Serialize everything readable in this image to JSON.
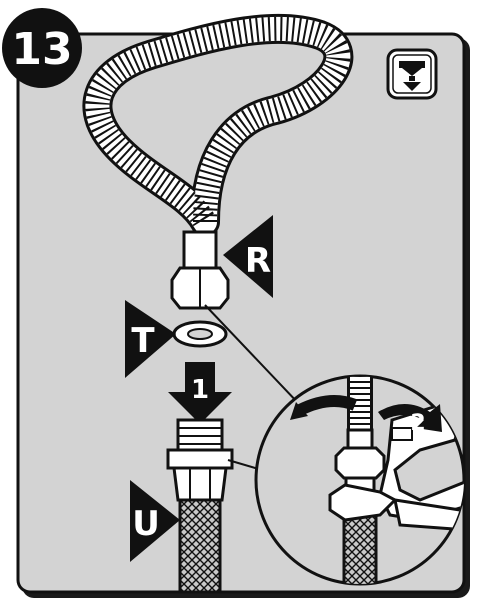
{
  "step": {
    "number": "13"
  },
  "callouts": {
    "r": "R",
    "t": "T",
    "u": "U",
    "arrow_one": "1",
    "arrow_two": "2"
  },
  "icon": {
    "name": "install-below-icon"
  },
  "colors": {
    "panel": "#d3d3d3",
    "line": "#111111",
    "fill_white": "#ffffff"
  }
}
